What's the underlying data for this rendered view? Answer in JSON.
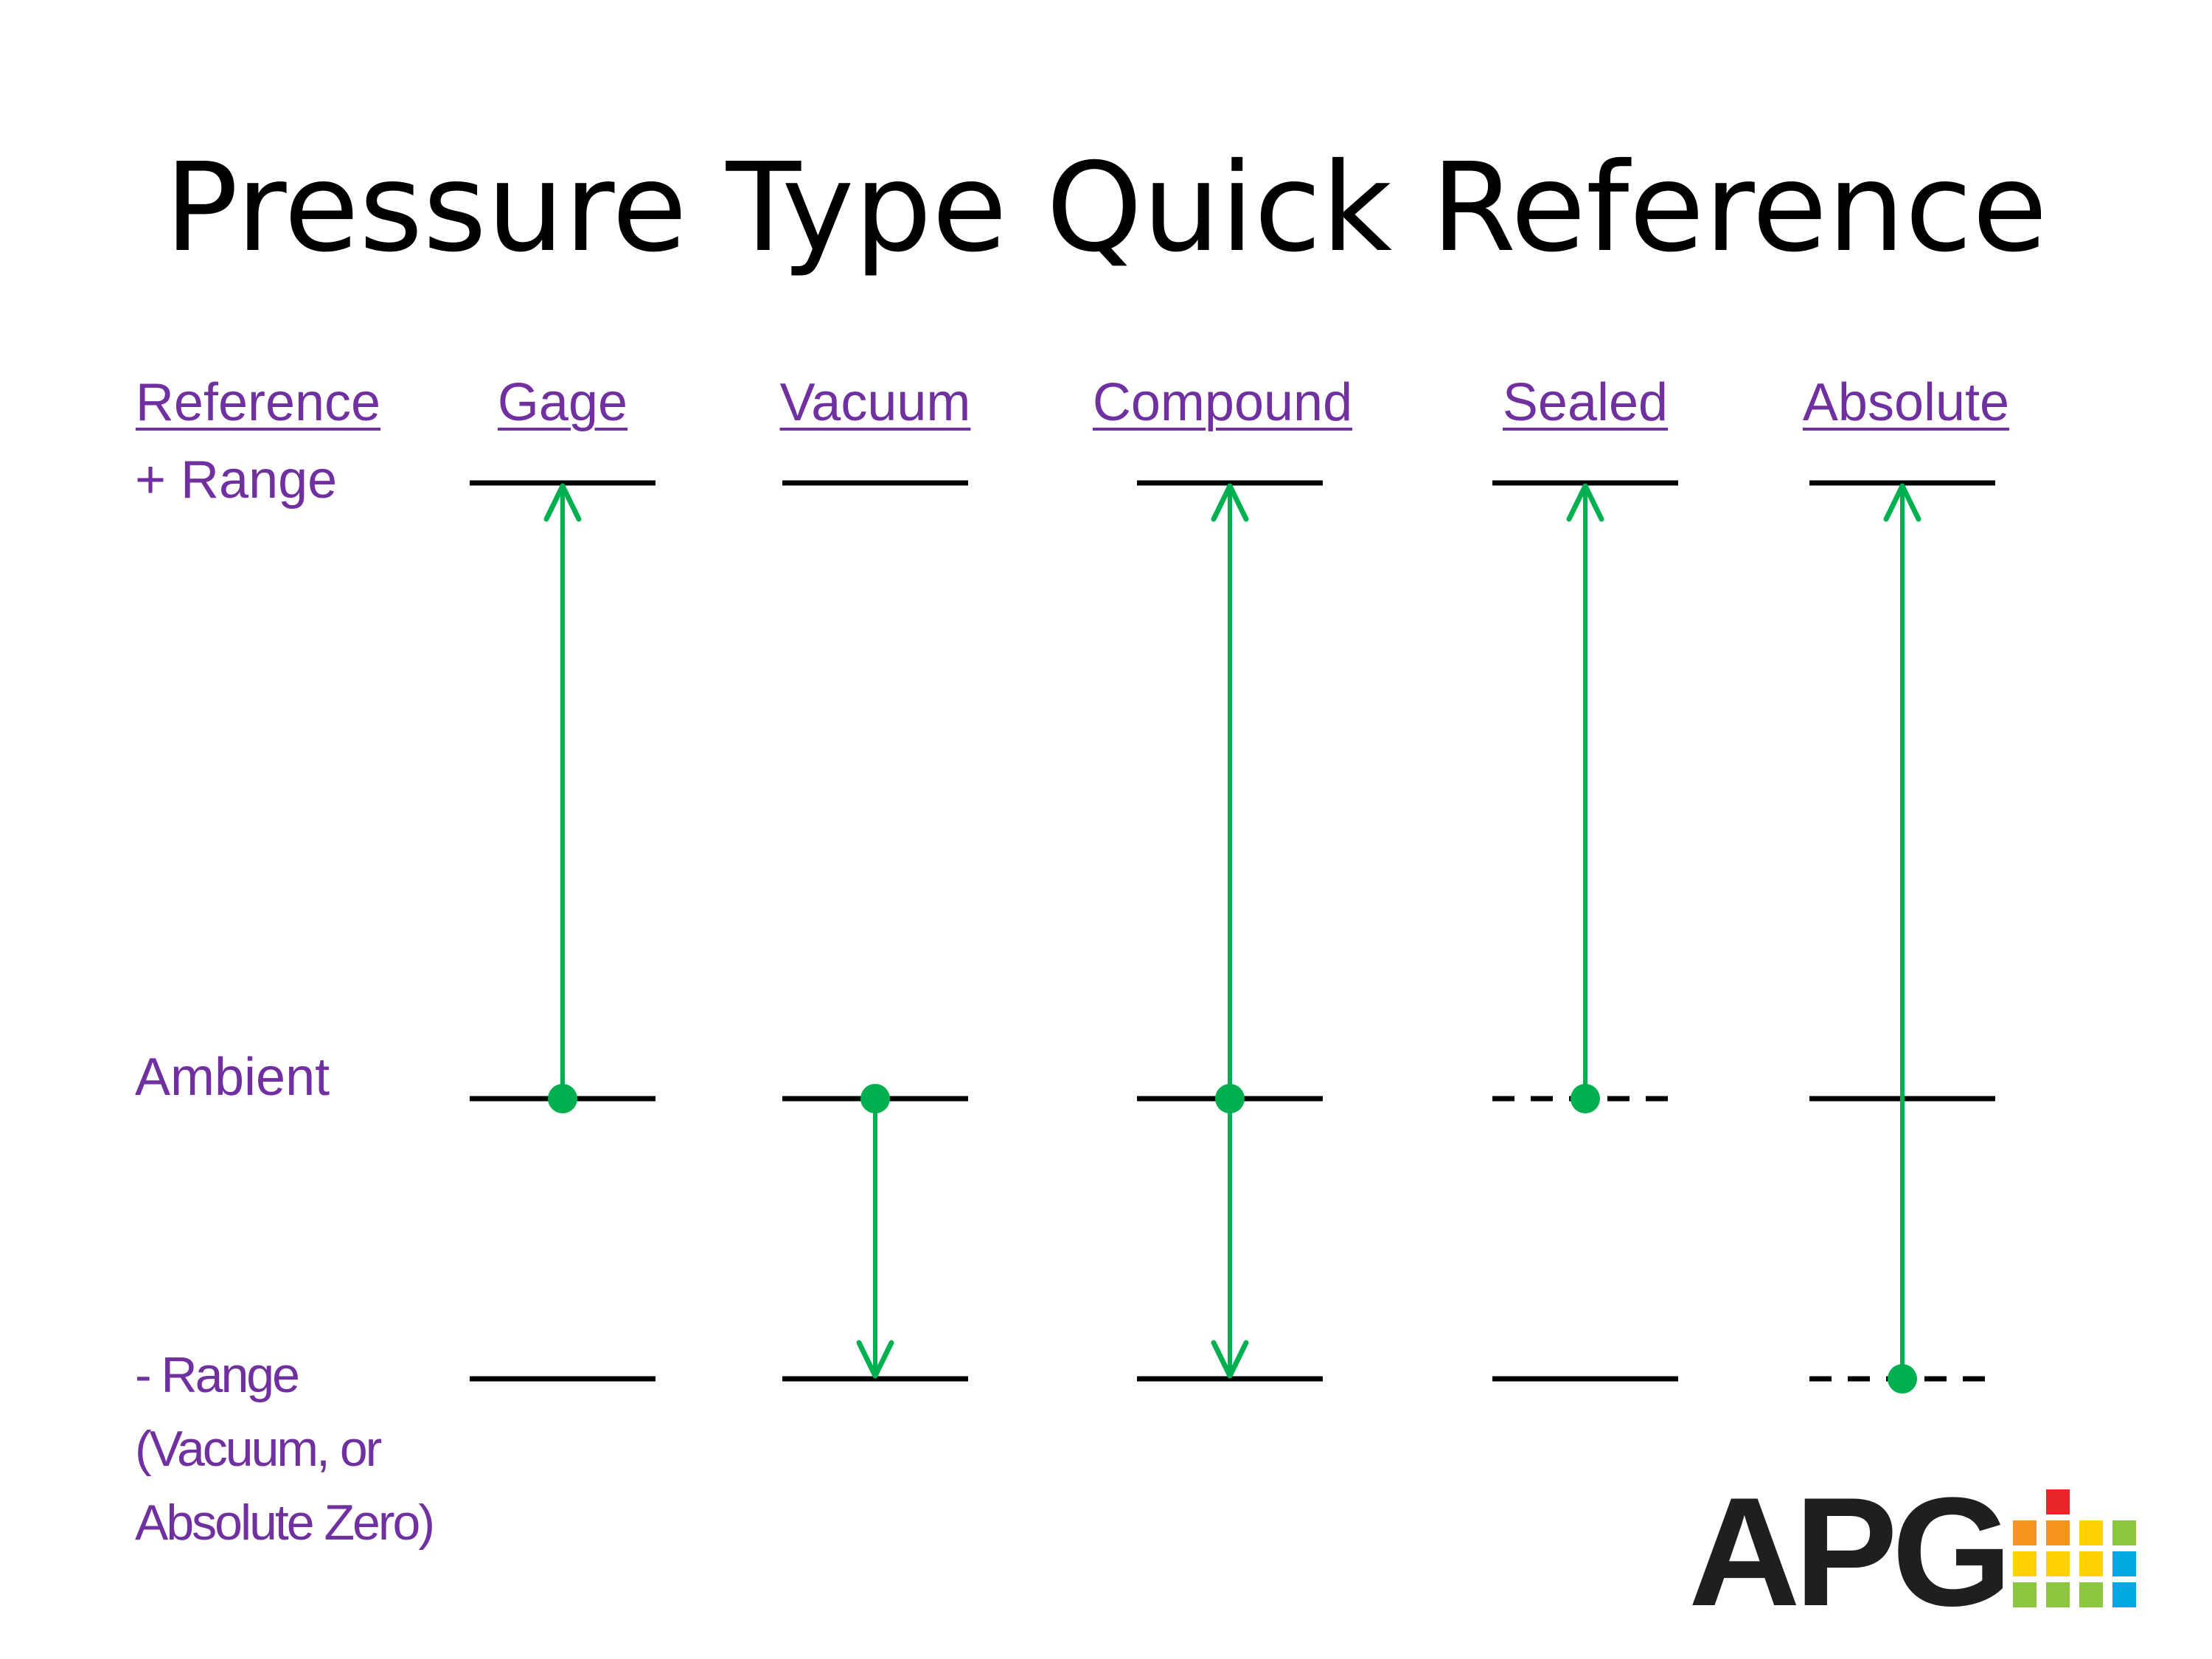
{
  "title": "Pressure Type Quick Reference",
  "row_labels": {
    "reference": "Reference",
    "plus_range": "+ Range",
    "ambient": "Ambient",
    "minus_range_line1": "- Range",
    "minus_range_line2": "(Vacuum, or",
    "minus_range_line3": "Absolute Zero)"
  },
  "columns": [
    {
      "label": "Gage",
      "top": "solid",
      "ambient": "solid",
      "bottom": "solid",
      "arrow": {
        "from": "ambient",
        "to": "top"
      }
    },
    {
      "label": "Vacuum",
      "top": "solid",
      "ambient": "solid",
      "bottom": "solid",
      "arrow": {
        "from": "ambient",
        "to": "bottom"
      }
    },
    {
      "label": "Compound",
      "top": "solid",
      "ambient": "solid",
      "bottom": "solid",
      "arrow": {
        "from": "ambient",
        "to": "both"
      }
    },
    {
      "label": "Sealed",
      "top": "solid",
      "ambient": "dashed",
      "bottom": "solid",
      "arrow": {
        "from": "ambient",
        "to": "top"
      }
    },
    {
      "label": "Absolute",
      "top": "solid",
      "ambient": "solid",
      "bottom": "dashed",
      "arrow": {
        "from": "bottom",
        "to": "top"
      }
    }
  ],
  "colors": {
    "accent_purple": "#7030a0",
    "arrow_green": "#00b050",
    "line_black": "#000000",
    "logo_dark": "#1f1f1f",
    "logo_red": "#e8262a",
    "logo_orange": "#f7941d",
    "logo_yellow": "#ffd200",
    "logo_green": "#8dc63f",
    "logo_blue": "#00a8e1"
  },
  "logo": {
    "text": "APG",
    "icon": "apg-grid-logo-icon"
  }
}
